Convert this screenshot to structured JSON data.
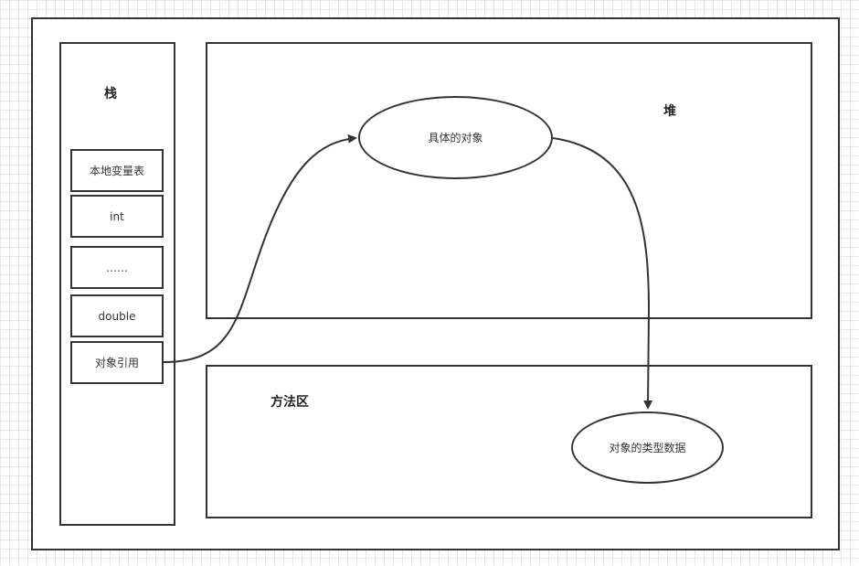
{
  "stack": {
    "title": "栈",
    "cells": [
      "本地变量表",
      "int",
      "……",
      "double",
      "对象引用"
    ]
  },
  "heap": {
    "title": "堆",
    "object_label": "具体的对象"
  },
  "method_area": {
    "title": "方法区",
    "type_data_label": "对象的类型数据"
  }
}
